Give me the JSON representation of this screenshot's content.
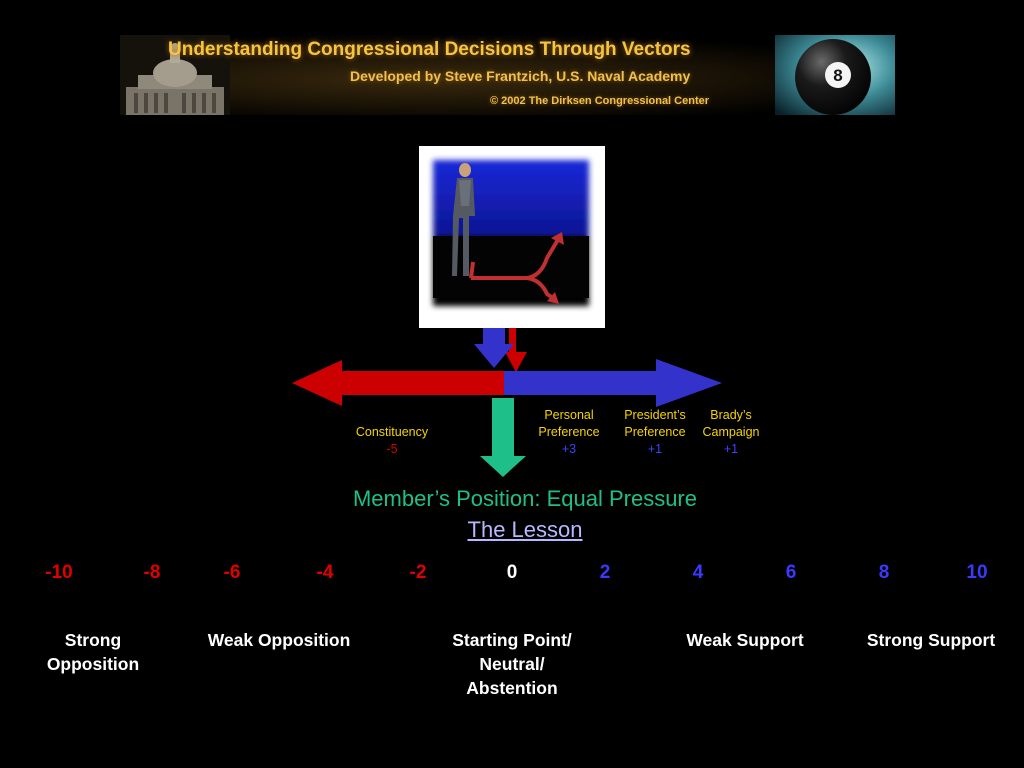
{
  "banner": {
    "title": "Understanding Congressional Decisions Through Vectors",
    "author": "Developed by Steve Frantzich, U.S. Naval Academy",
    "copyright": "© 2002 The Dirksen Congressional Center",
    "capitol_icon": "capitol-building-icon",
    "ball_icon": "eight-ball-icon",
    "ball_number": "8"
  },
  "illustration": {
    "icon": "person-at-crossroads-icon"
  },
  "colors": {
    "negative": "#d00000",
    "positive": "#3333cc",
    "result": "#1fbf8a",
    "labels": "#f5d400"
  },
  "pressures": [
    {
      "name_line1": "",
      "name_line2": "Constituency",
      "value": "-5",
      "direction": "negative"
    },
    {
      "name_line1": "Personal",
      "name_line2": "Preference",
      "value": "+3",
      "direction": "positive"
    },
    {
      "name_line1": "President’s",
      "name_line2": "Preference",
      "value": "+1",
      "direction": "positive"
    },
    {
      "name_line1": "Brady’s",
      "name_line2": "Campaign",
      "value": "+1",
      "direction": "positive"
    }
  ],
  "result": {
    "title": "Member’s Position: Equal Pressure",
    "link": "The Lesson"
  },
  "scale": {
    "ticks": [
      "-10",
      "-8",
      "-6",
      "-4",
      "-2",
      "0",
      "2",
      "4",
      "6",
      "8",
      "10"
    ],
    "categories": [
      {
        "line1": "Strong",
        "line2": "Opposition",
        "line3": ""
      },
      {
        "line1": "Weak Opposition",
        "line2": "",
        "line3": ""
      },
      {
        "line1": "Starting Point/",
        "line2": "Neutral/",
        "line3": "Abstention"
      },
      {
        "line1": "Weak Support",
        "line2": "",
        "line3": ""
      },
      {
        "line1": "Strong Support",
        "line2": "",
        "line3": ""
      }
    ]
  }
}
